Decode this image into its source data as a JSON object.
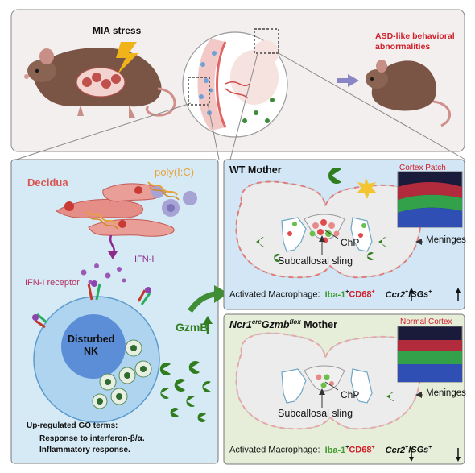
{
  "top": {
    "mia_stress": "MIA stress",
    "asd_line1": "ASD-like behavioral",
    "asd_line2": "abnormalities"
  },
  "left": {
    "decidua": "Decidua",
    "polyic": "poly(I:C)",
    "ifn_i": "IFN-I",
    "ifn_receptor": "IFN-I receptor",
    "disturbed_line1": "Disturbed",
    "disturbed_line2": "NK",
    "gzmb": "GzmB",
    "go_title": "Up-regulated GO terms:",
    "go_term1": "Response to interferon-β/α.",
    "go_term2": "Inflammatory response."
  },
  "wt": {
    "title": "WT Mother",
    "inset_label": "Cortex Patch",
    "chp": "ChP",
    "meninges": "Meninges",
    "sling": "Subcallosal sling",
    "act_prefix": "Activated Macrophage:",
    "iba": "Iba-1",
    "plus1": "+",
    "cd68": "CD68",
    "plus2": "+",
    "ccr2": "Ccr2",
    "plus3": "+",
    "isgs": "ISGs",
    "plus4": "+"
  },
  "mut": {
    "t_ncr1": "Ncr1",
    "t_cre": "cre",
    "t_gzmb": "Gzmb",
    "t_flox": "flox",
    "t_mother": "Mother",
    "inset_label": "Normal Cortex",
    "chp": "ChP",
    "meninges": "Meninges",
    "sling": "Subcallosal sling",
    "act_prefix": "Activated Macrophage:",
    "iba": "Iba-1",
    "plus1": "+",
    "cd68": "CD68",
    "plus2": "+",
    "ccr2": "Ccr2",
    "plus3": "+",
    "isgs": "ISGs",
    "plus4": "+"
  },
  "colors": {
    "top_bg": "#f3efef",
    "left_bg": "#d6eaf6",
    "wt_bg": "#d2e6f5",
    "mut_bg": "#e6edd8",
    "accent_red": "#d0202b",
    "accent_green": "#3f9a2f",
    "gzmb_green": "#2f7d1f",
    "polyic_orange": "#e8a23a"
  }
}
